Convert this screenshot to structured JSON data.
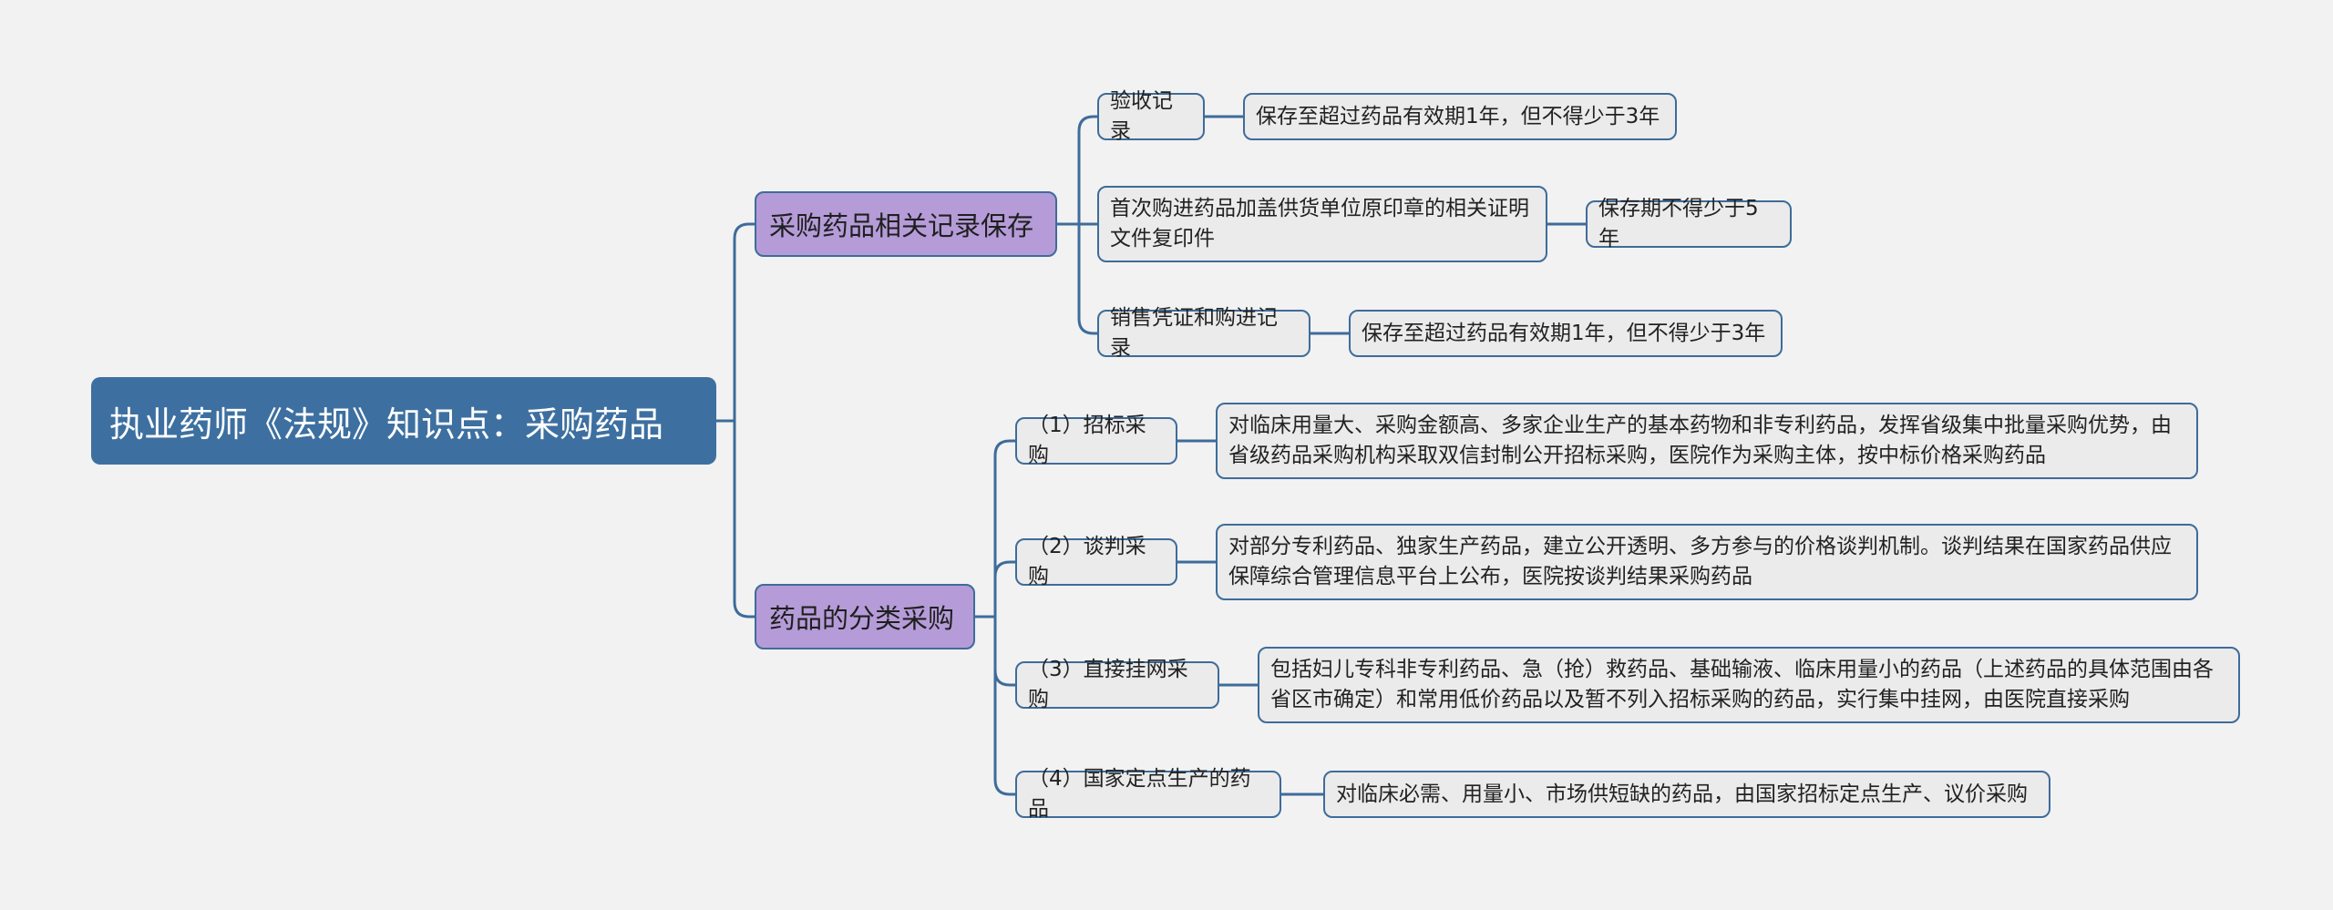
{
  "root": {
    "label": "执业药师《法规》知识点：采购药品"
  },
  "branches": [
    {
      "label": "采购药品相关记录保存",
      "children": [
        {
          "label": "验收记录",
          "detail": "保存至超过药品有效期1年，但不得少于3年"
        },
        {
          "label": "首次购进药品加盖供货单位原印章的相关证明文件复印件",
          "detail": "保存期不得少于5年"
        },
        {
          "label": "销售凭证和购进记录",
          "detail": "保存至超过药品有效期1年，但不得少于3年"
        }
      ]
    },
    {
      "label": "药品的分类采购",
      "children": [
        {
          "label": "（1）招标采购",
          "detail": "对临床用量大、采购金额高、多家企业生产的基本药物和非专利药品，发挥省级集中批量采购优势，由省级药品采购机构采取双信封制公开招标采购，医院作为采购主体，按中标价格采购药品"
        },
        {
          "label": "（2）谈判采购",
          "detail": "对部分专利药品、独家生产药品，建立公开透明、多方参与的价格谈判机制。谈判结果在国家药品供应保障综合管理信息平台上公布，医院按谈判结果采购药品"
        },
        {
          "label": "（3）直接挂网采购",
          "detail": "包括妇儿专科非专利药品、急（抢）救药品、基础输液、临床用量小的药品（上述药品的具体范围由各省区市确定）和常用低价药品以及暂不列入招标采购的药品，实行集中挂网，由医院直接采购"
        },
        {
          "label": "（4）国家定点生产的药品",
          "detail": "对临床必需、用量小、市场供短缺的药品，由国家招标定点生产、议价采购"
        }
      ]
    }
  ],
  "colors": {
    "root_fill": "#3d70a0",
    "branch_fill": "#b59cd8",
    "node_fill": "#ebebeb",
    "line": "#3e6c9a",
    "background": "#f2f2f2"
  }
}
